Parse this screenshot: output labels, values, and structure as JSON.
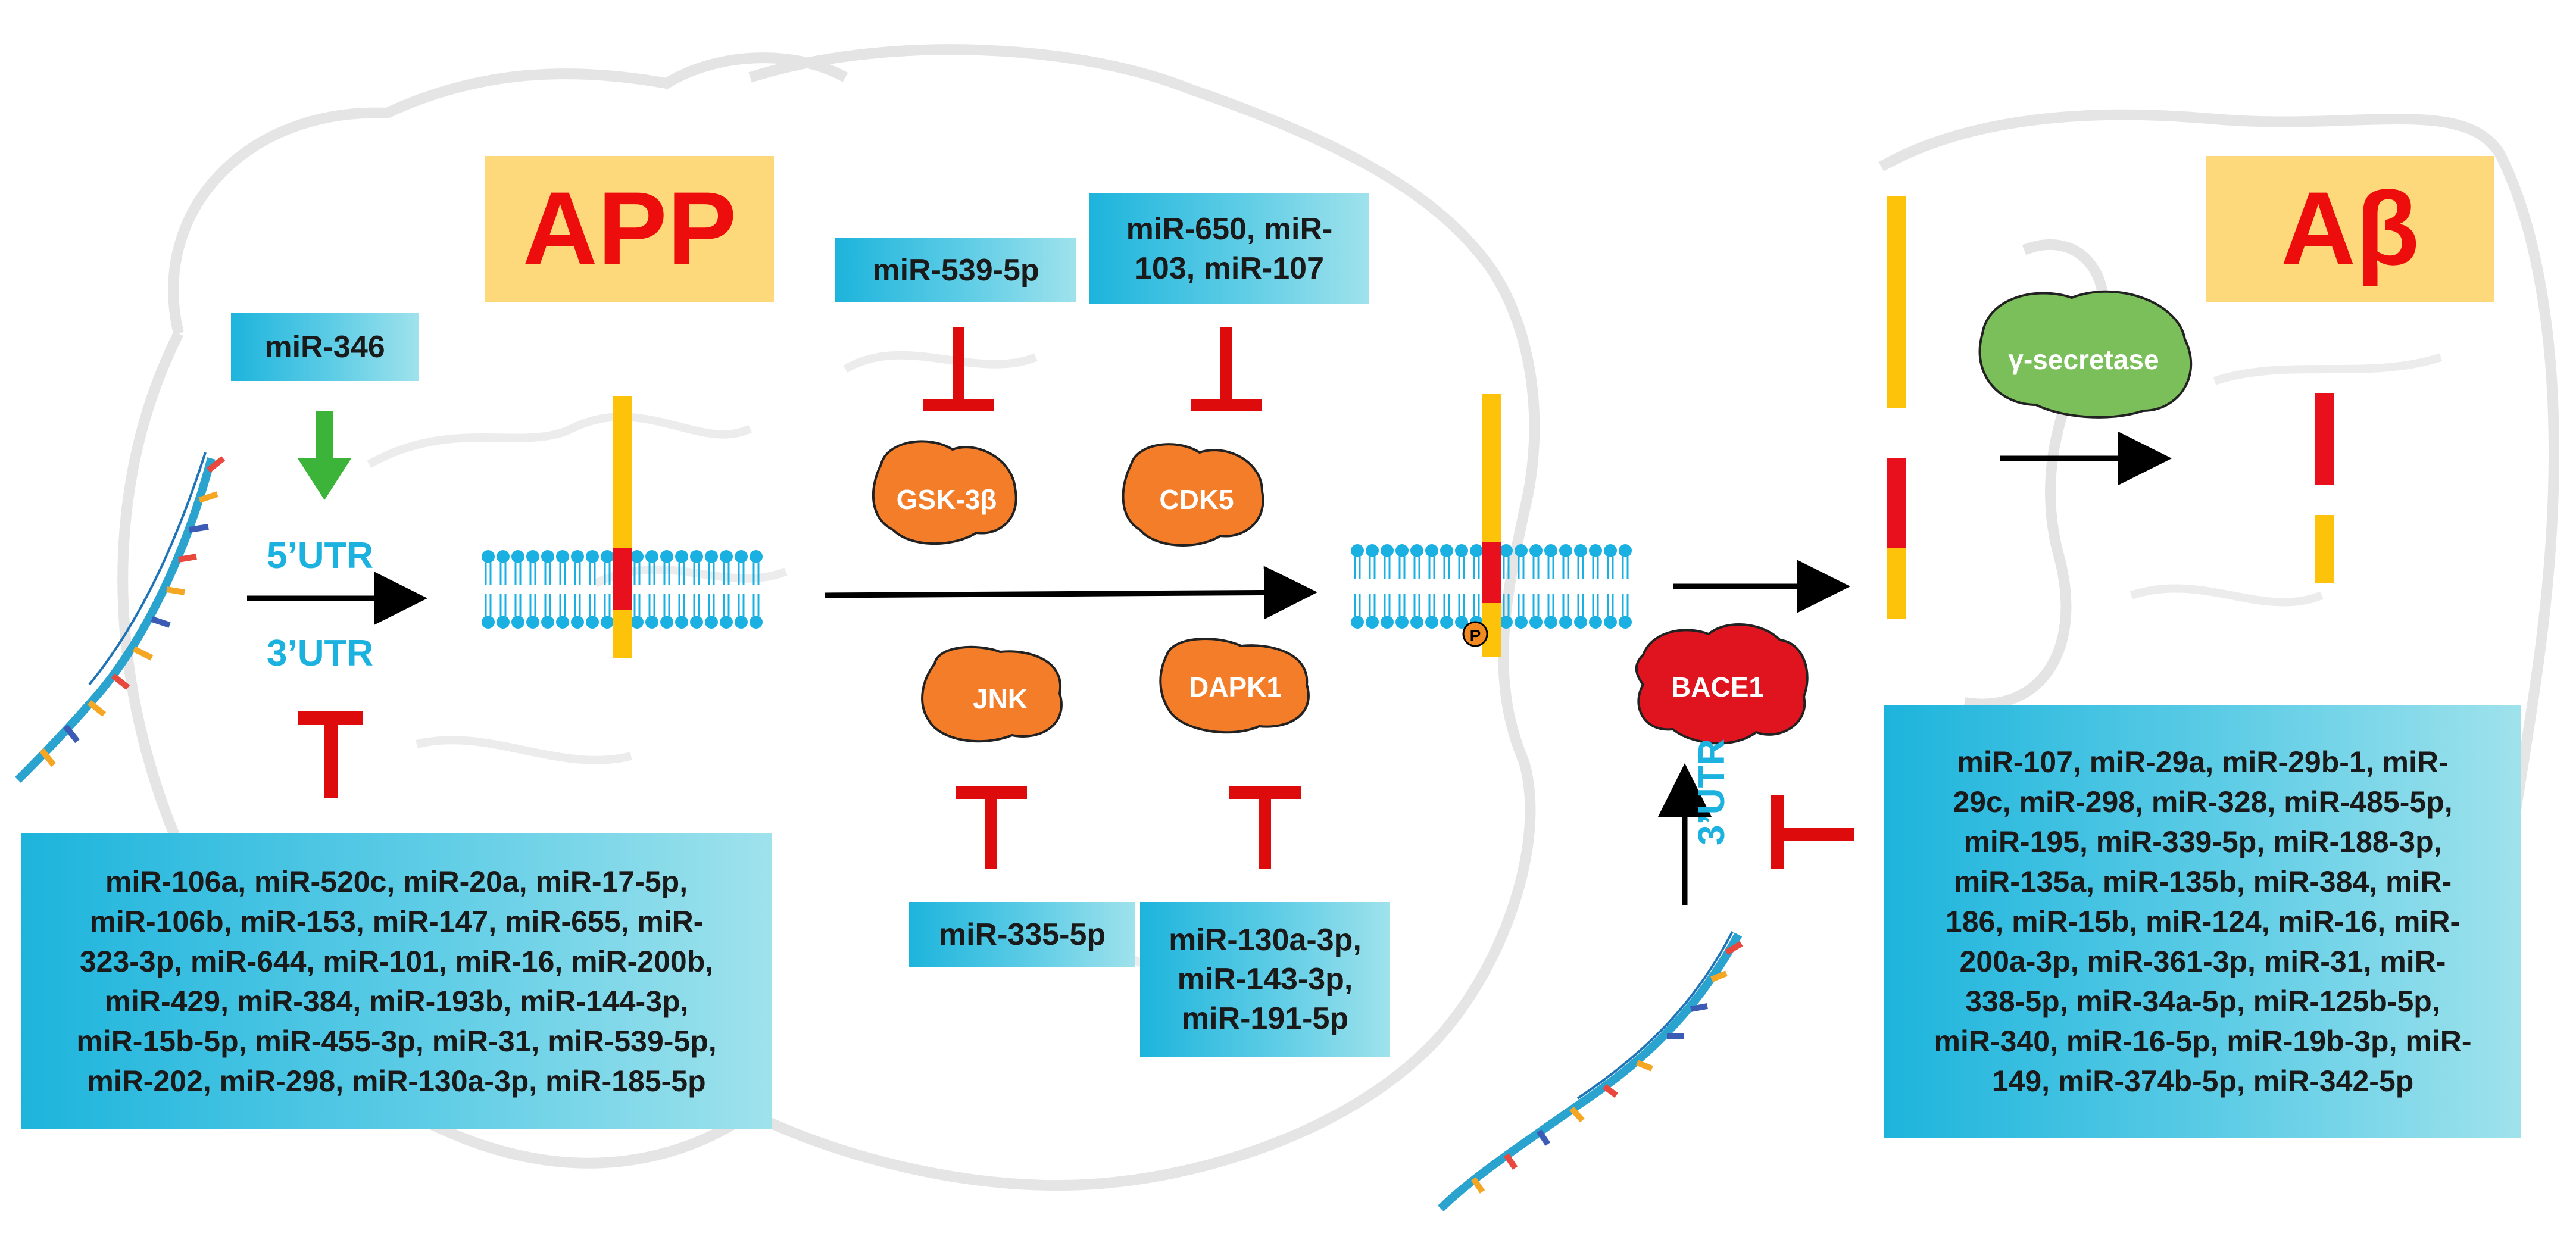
{
  "titles": {
    "app": "APP",
    "abeta": "Aβ"
  },
  "utr": {
    "five": "5’UTR",
    "three": "3’UTR",
    "bace_three": "3’UTR"
  },
  "enzymes": {
    "gsk3b": "GSK-3β",
    "cdk5": "CDK5",
    "jnk": "JNK",
    "dapk1": "DAPK1",
    "bace1": "BACE1",
    "gamma_secretase": "γ-secretase",
    "phospho": "P"
  },
  "mirna": {
    "mir346": "miR-346",
    "mir539": "miR-539-5p",
    "mir650_line1": "miR-650, miR-",
    "mir650_line2": "103, miR-107",
    "mir335": "miR-335-5p",
    "dapk1_lines": [
      "miR-130a-3p,",
      "miR-143-3p,",
      "miR-191-5p"
    ],
    "app_lines": [
      "miR-106a, miR-520c, miR-20a, miR-17-5p,",
      "miR-106b, miR-153, miR-147, miR-655, miR-",
      "323-3p, miR-644, miR-101, miR-16, miR-200b,",
      "miR-429, miR-384, miR-193b, miR-144-3p,",
      "miR-15b-5p, miR-455-3p, miR-31, miR-539-5p,",
      "miR-202, miR-298, miR-130a-3p, miR-185-5p"
    ],
    "bace_lines": [
      "miR-107, miR-29a, miR-29b-1, miR-",
      "29c, miR-298, miR-328, miR-485-5p,",
      "miR-195, miR-339-5p, miR-188-3p,",
      "miR-135a, miR-135b, miR-384, miR-",
      "186, miR-15b, miR-124, miR-16, miR-",
      "200a-3p, miR-361-3p, miR-31, miR-",
      "338-5p, miR-34a-5p, miR-125b-5p,",
      "miR-340, miR-16-5p, miR-19b-3p, miR-",
      "149, miR-374b-5p, miR-342-5p"
    ]
  },
  "colors": {
    "box_start": "#1db4dc",
    "box_end": "#9fe2ec",
    "title_bg": "#fed97c",
    "title_text": "#ee0d0d",
    "utr_text": "#1cb2e0",
    "inhibit": "#dd0b0b",
    "activate": "#3cb43a",
    "kinase": "#f47d2a",
    "bace1": "#e0141e",
    "gamma_secretase": "#7bbf5a",
    "membrane": "#1ab1e2",
    "app_yellow": "#fcc30a",
    "app_red": "#e8101d"
  }
}
